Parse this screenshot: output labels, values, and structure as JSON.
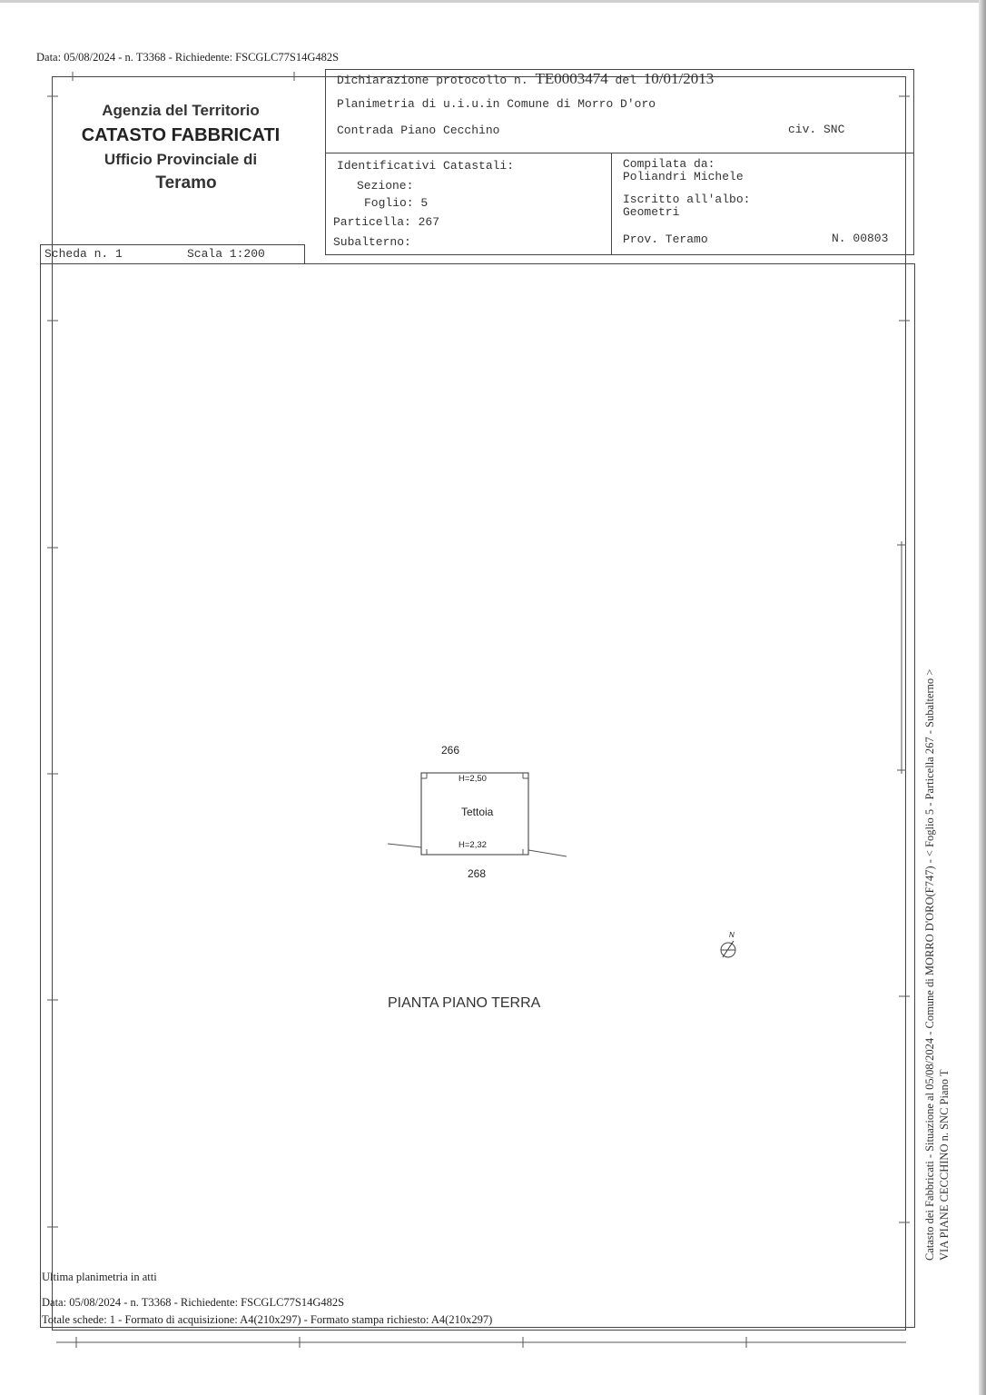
{
  "header_line": "Data: 05/08/2024 - n. T3368 - Richiedente: FSCGLC77S14G482S",
  "agency": {
    "line1": "Agenzia del Territorio",
    "line2": "CATASTO FABBRICATI",
    "line3": "Ufficio Provinciale di",
    "line4": "Teramo"
  },
  "declaration": {
    "label": "Dichiarazione protocollo n.",
    "protocol": "TE0003474",
    "del_label": "del",
    "date": "10/01/2013",
    "planimetria": "Planimetria di u.i.u.in Comune di Morro D'oro",
    "address": "Contrada Piano Cecchino",
    "civ": "civ. SNC"
  },
  "identificativi": {
    "title": "Identificativi Catastali:",
    "sezione": "Sezione:",
    "foglio": "Foglio: 5",
    "particella": "Particella: 267",
    "subalterno": "Subalterno:"
  },
  "compilata": {
    "title": "Compilata da:",
    "name": "Poliandri Michele",
    "albo_label": "Iscritto all'albo:",
    "albo": "Geometri",
    "prov": "Prov. Teramo",
    "number": "N. 00803"
  },
  "scheda": {
    "label": "Scheda n. 1",
    "scala": "Scala 1:200"
  },
  "drawing": {
    "label_top": "266",
    "label_bottom": "268",
    "room_name": "Tettoia",
    "height_top": "H=2,50",
    "height_bottom": "H=2,32",
    "north_label": "N",
    "plan_title": "PIANTA PIANO TERRA"
  },
  "side_text": {
    "line1": "Catasto dei Fabbricati - Situazione al 05/08/2024 - Comune di MORRO D'ORO(F747) - < Foglio 5 - Particella 267 - Subalterno >",
    "line2": "VIA PIANE CECCHINO n. SNC Piano T"
  },
  "footer": {
    "line1": "Ultima planimetria in atti",
    "line2": "Data: 05/08/2024 - n. T3368 - Richiedente: FSCGLC77S14G482S",
    "line3": "Totale schede: 1 - Formato di acquisizione: A4(210x297) - Formato stampa richiesto: A4(210x297)"
  }
}
